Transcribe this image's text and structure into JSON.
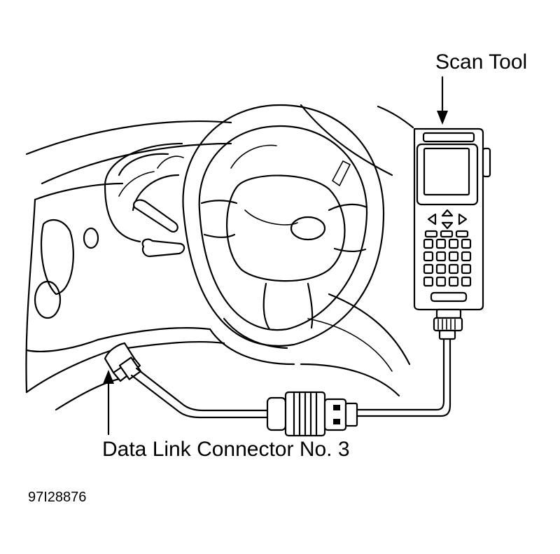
{
  "labels": {
    "scan_tool": "Scan Tool",
    "data_link_connector": "Data Link Connector No. 3",
    "figure_id": "97I28876"
  },
  "colors": {
    "line": "#000000",
    "background": "#ffffff"
  }
}
